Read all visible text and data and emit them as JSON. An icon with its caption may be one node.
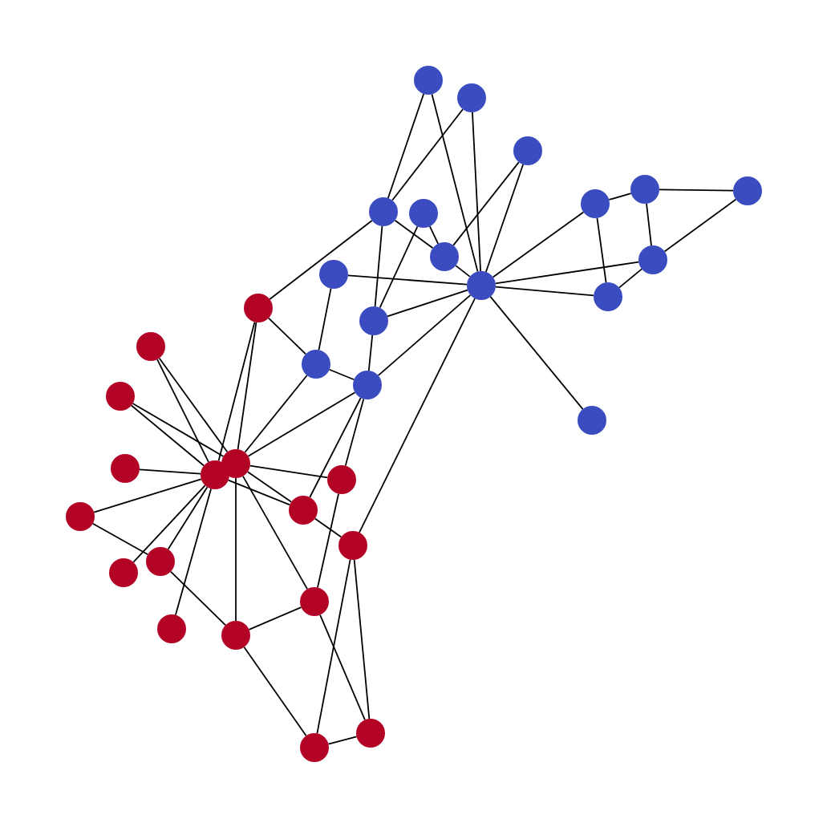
{
  "diagram": {
    "nodes": [
      {
        "text": [],
        "shape": "circle"
      },
      {
        "text": [],
        "shape": "circle"
      },
      {
        "text": [],
        "shape": "circle"
      },
      {
        "text": [],
        "shape": "circle"
      },
      {
        "text": [],
        "shape": "circle"
      },
      {
        "text": [],
        "shape": "circle"
      },
      {
        "text": [],
        "shape": "circle"
      },
      {
        "text": [],
        "shape": "circle"
      },
      {
        "text": [],
        "shape": "circle"
      },
      {
        "text": [],
        "shape": "circle"
      },
      {
        "text": [],
        "shape": "circle"
      },
      {
        "text": [],
        "shape": "circle"
      },
      {
        "text": [],
        "shape": "circle"
      },
      {
        "text": [],
        "shape": "circle"
      },
      {
        "text": [],
        "shape": "circle"
      },
      {
        "text": [],
        "shape": "circle"
      },
      {
        "text": [],
        "shape": "circle"
      },
      {
        "text": [],
        "shape": "circle"
      },
      {
        "text": [],
        "shape": "circle"
      },
      {
        "text": [],
        "shape": "circle"
      },
      {
        "text": [],
        "shape": "circle"
      },
      {
        "text": [],
        "shape": "circle"
      },
      {
        "text": [],
        "shape": "circle"
      },
      {
        "text": [],
        "shape": "circle"
      },
      {
        "text": [],
        "shape": "circle"
      },
      {
        "text": [],
        "shape": "circle"
      },
      {
        "text": [],
        "shape": "circle"
      },
      {
        "text": [],
        "shape": "circle"
      },
      {
        "text": [],
        "shape": "circle"
      },
      {
        "text": [],
        "shape": "circle"
      },
      {
        "text": [],
        "shape": "circle"
      },
      {
        "text": [],
        "shape": "circle"
      },
      {
        "text": [],
        "shape": "circle"
      },
      {
        "text": [],
        "shape": "circle"
      }
    ],
    "edges": [
      {
        "from": 0,
        "to": 6,
        "arrow": "none"
      },
      {
        "from": 0,
        "to": 11,
        "arrow": "none"
      },
      {
        "from": 1,
        "to": 6,
        "arrow": "none"
      },
      {
        "from": 1,
        "to": 11,
        "arrow": "none"
      },
      {
        "from": 2,
        "to": 8,
        "arrow": "none"
      },
      {
        "from": 2,
        "to": 11,
        "arrow": "none"
      },
      {
        "from": 3,
        "to": 4,
        "arrow": "none"
      },
      {
        "from": 3,
        "to": 5,
        "arrow": "none"
      },
      {
        "from": 3,
        "to": 9,
        "arrow": "none"
      },
      {
        "from": 4,
        "to": 9,
        "arrow": "none"
      },
      {
        "from": 5,
        "to": 11,
        "arrow": "none"
      },
      {
        "from": 5,
        "to": 12,
        "arrow": "none"
      },
      {
        "from": 9,
        "to": 11,
        "arrow": "none"
      },
      {
        "from": 9,
        "to": 12,
        "arrow": "none"
      },
      {
        "from": 11,
        "to": 12,
        "arrow": "none"
      },
      {
        "from": 6,
        "to": 8,
        "arrow": "none"
      },
      {
        "from": 6,
        "to": 14,
        "arrow": "none"
      },
      {
        "from": 7,
        "to": 8,
        "arrow": "none"
      },
      {
        "from": 7,
        "to": 14,
        "arrow": "none"
      },
      {
        "from": 8,
        "to": 11,
        "arrow": "none"
      },
      {
        "from": 10,
        "to": 11,
        "arrow": "none"
      },
      {
        "from": 10,
        "to": 16,
        "arrow": "none"
      },
      {
        "from": 6,
        "to": 13,
        "arrow": "none"
      },
      {
        "from": 13,
        "to": 16,
        "arrow": "none"
      },
      {
        "from": 13,
        "to": 20,
        "arrow": "none"
      },
      {
        "from": 13,
        "to": 22,
        "arrow": "none"
      },
      {
        "from": 11,
        "to": 14,
        "arrow": "none"
      },
      {
        "from": 11,
        "to": 17,
        "arrow": "none"
      },
      {
        "from": 11,
        "to": 19,
        "arrow": "none"
      },
      {
        "from": 11,
        "to": 26,
        "arrow": "none"
      },
      {
        "from": 14,
        "to": 17,
        "arrow": "none"
      },
      {
        "from": 16,
        "to": 17,
        "arrow": "none"
      },
      {
        "from": 16,
        "to": 20,
        "arrow": "none"
      },
      {
        "from": 17,
        "to": 20,
        "arrow": "none"
      },
      {
        "from": 17,
        "to": 23,
        "arrow": "none"
      },
      {
        "from": 17,
        "to": 24,
        "arrow": "none"
      },
      {
        "from": 15,
        "to": 20,
        "arrow": "none"
      },
      {
        "from": 15,
        "to": 22,
        "arrow": "none"
      },
      {
        "from": 18,
        "to": 20,
        "arrow": "none"
      },
      {
        "from": 18,
        "to": 22,
        "arrow": "none"
      },
      {
        "from": 21,
        "to": 22,
        "arrow": "none"
      },
      {
        "from": 22,
        "to": 25,
        "arrow": "none"
      },
      {
        "from": 25,
        "to": 27,
        "arrow": "none"
      },
      {
        "from": 22,
        "to": 28,
        "arrow": "none"
      },
      {
        "from": 22,
        "to": 27,
        "arrow": "none"
      },
      {
        "from": 27,
        "to": 31,
        "arrow": "none"
      },
      {
        "from": 22,
        "to": 30,
        "arrow": "none"
      },
      {
        "from": 20,
        "to": 31,
        "arrow": "none"
      },
      {
        "from": 29,
        "to": 31,
        "arrow": "none"
      },
      {
        "from": 31,
        "to": 33,
        "arrow": "none"
      },
      {
        "from": 20,
        "to": 29,
        "arrow": "none"
      },
      {
        "from": 23,
        "to": 29,
        "arrow": "none"
      },
      {
        "from": 29,
        "to": 32,
        "arrow": "none"
      },
      {
        "from": 24,
        "to": 26,
        "arrow": "none"
      },
      {
        "from": 26,
        "to": 33,
        "arrow": "none"
      },
      {
        "from": 26,
        "to": 32,
        "arrow": "none"
      },
      {
        "from": 20,
        "to": 23,
        "arrow": "none"
      },
      {
        "from": 20,
        "to": 24,
        "arrow": "none"
      },
      {
        "from": 22,
        "to": 24,
        "arrow": "none"
      },
      {
        "from": 32,
        "to": 33,
        "arrow": "none"
      }
    ]
  }
}
